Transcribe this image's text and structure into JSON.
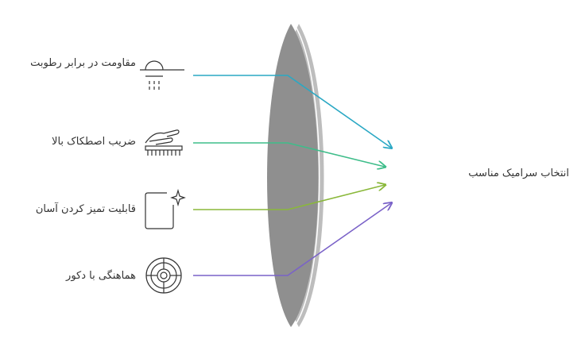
{
  "features": [
    {
      "label": "مقاومت در برابر رطوبت",
      "icon": "shower-icon",
      "color": "#2aa8c4"
    },
    {
      "label": "ضریب اصطکاک بالا",
      "icon": "hand-brush-icon",
      "color": "#3ebd8a"
    },
    {
      "label": "قابلیت تمیز کردن آسان",
      "icon": "tile-sparkle-icon",
      "color": "#8ab83a"
    },
    {
      "label": "هماهنگی با دکور",
      "icon": "mosaic-tile-icon",
      "color": "#7a62c8"
    }
  ],
  "result": {
    "label": "انتخاب سرامیک مناسب"
  },
  "lens_color": "#8f8f8f",
  "icon_color": "#333333"
}
